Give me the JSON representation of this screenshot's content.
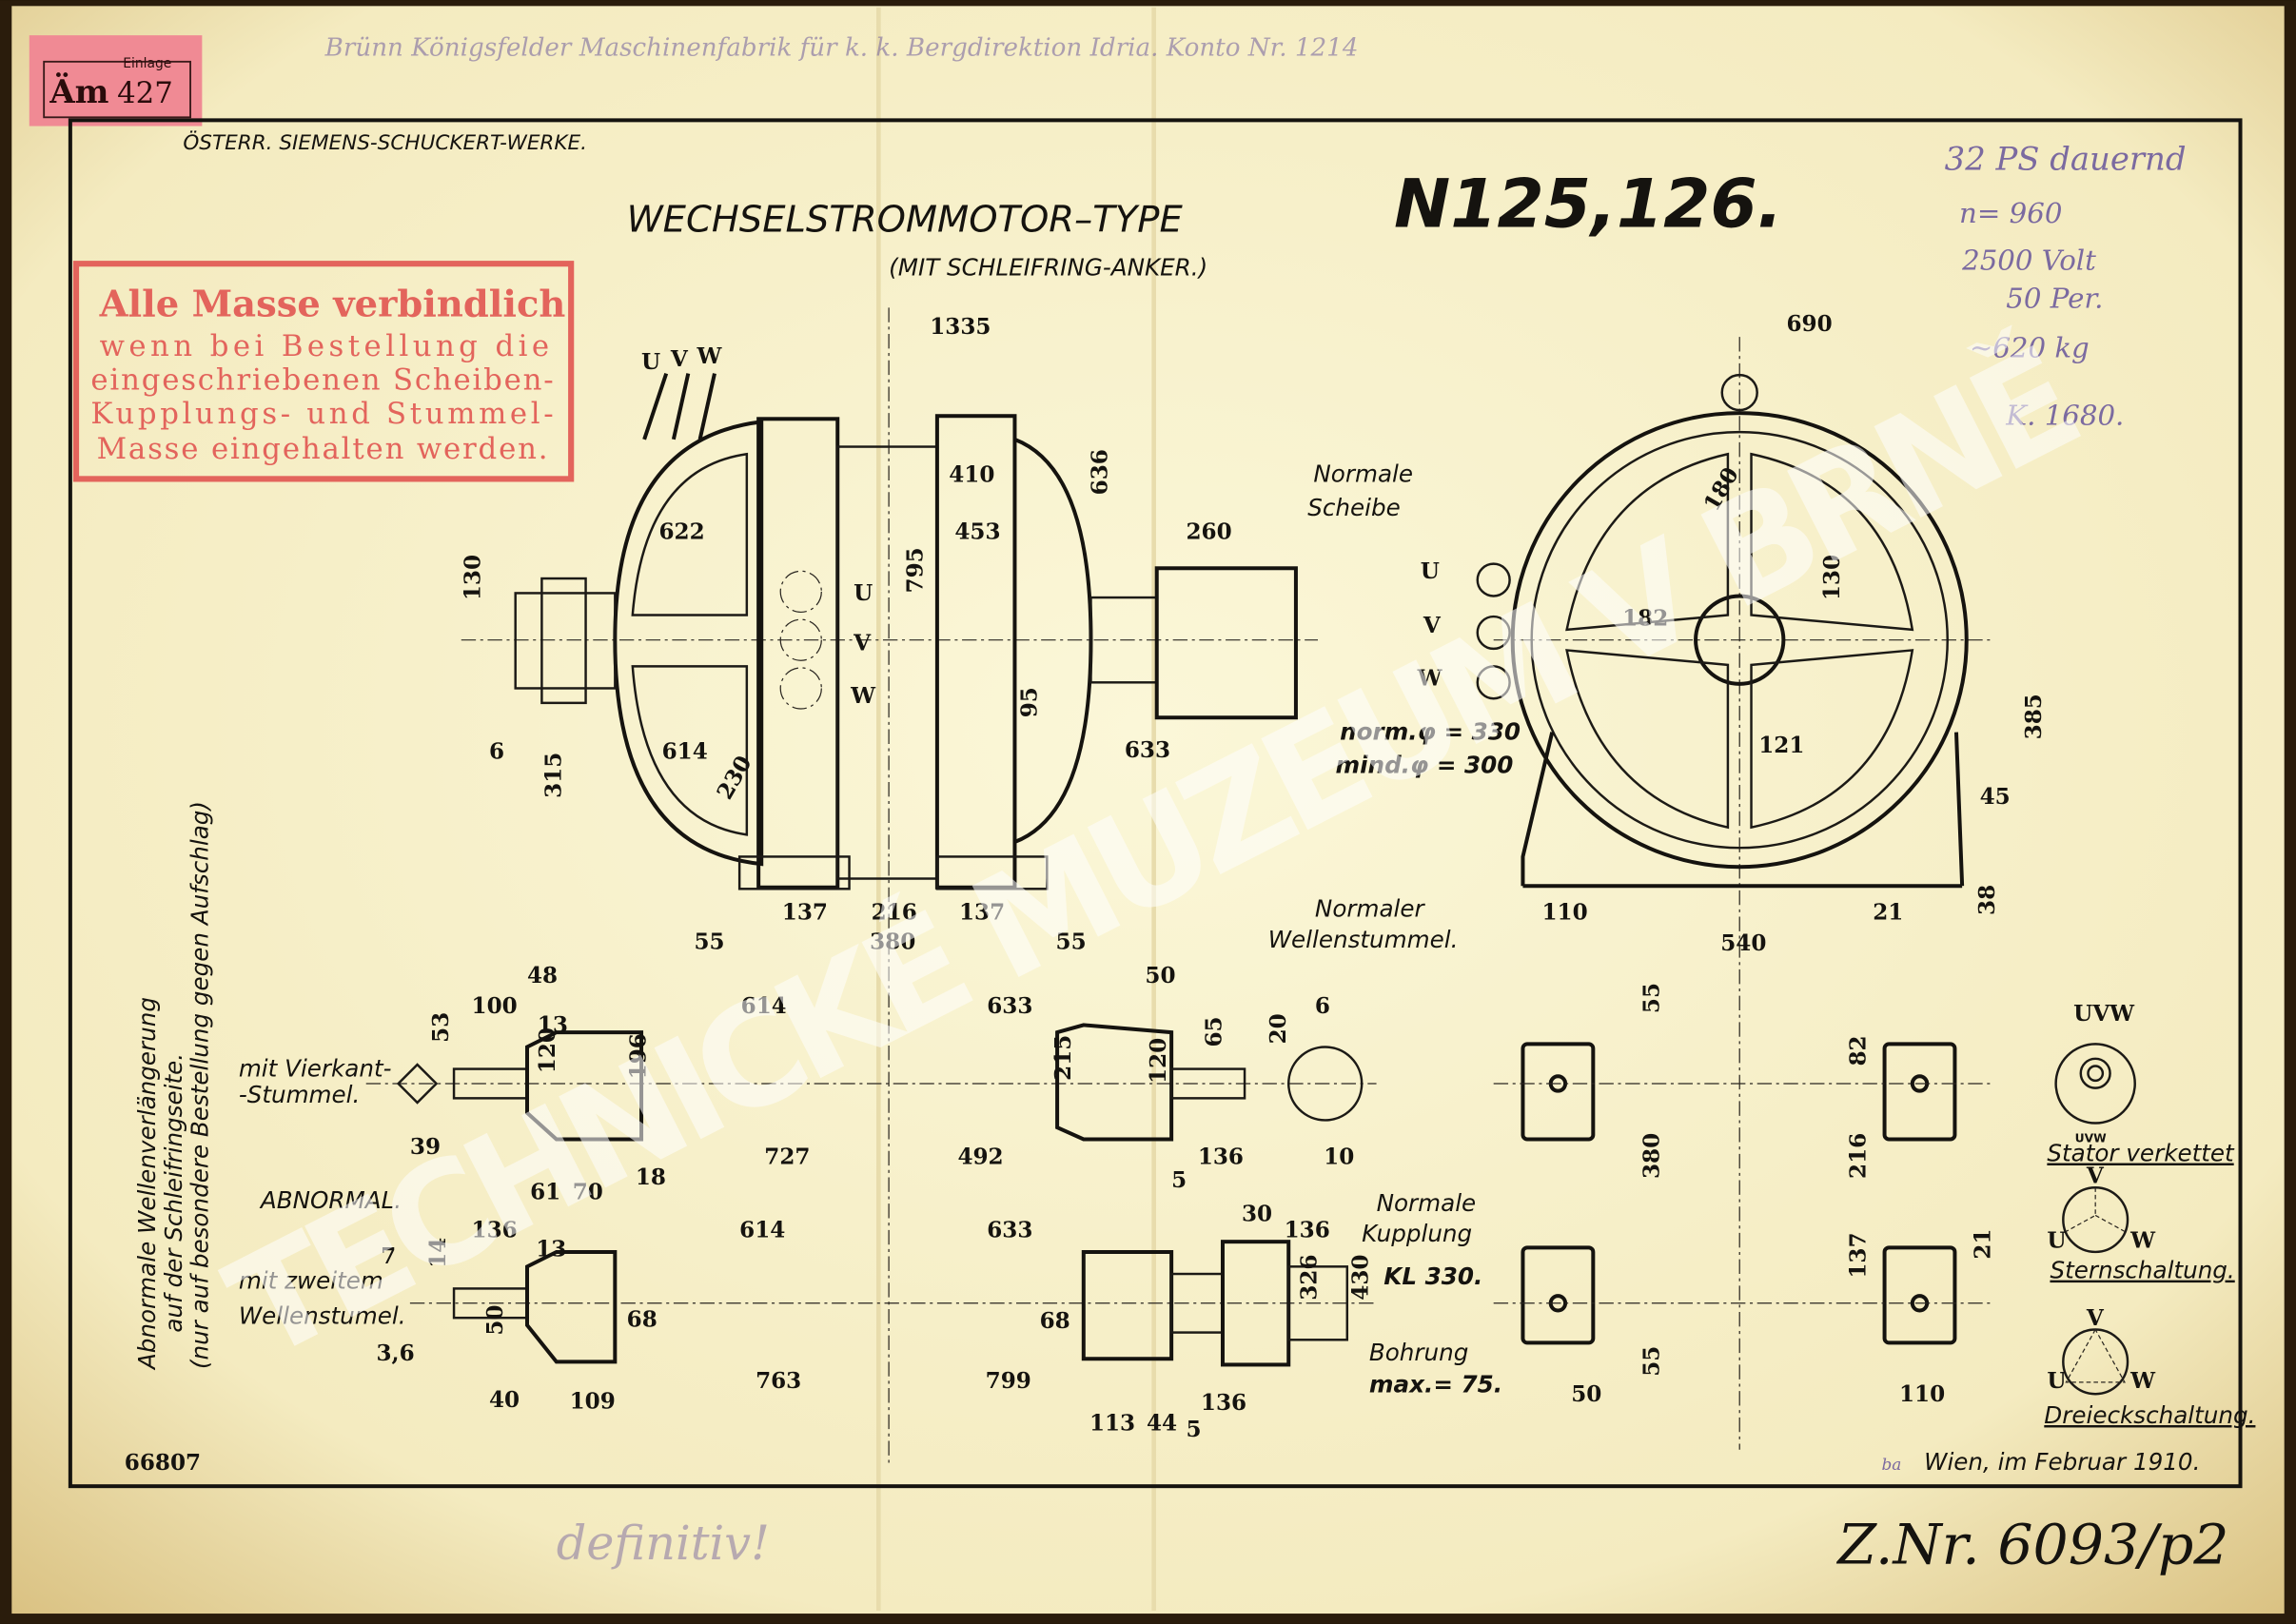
{
  "label_tag": {
    "prefix": "Äm",
    "caption": "Einlage",
    "number": "427",
    "color": "#f08a94"
  },
  "header_handwriting": "Brünn Königsfelder Maschinenfabrik für k. k. Bergdirektion Idria. Konto Nr. 1214",
  "company": "ÖSTERR. SIEMENS-SCHUCKERT-WERKE.",
  "title": {
    "prefix": "WECHSELSTROMMOTOR–TYPE",
    "type": "N125,126.",
    "subtitle": "(MIT SCHLEIFRING-ANKER.)"
  },
  "stamp": {
    "color": "#e3645c",
    "lines": [
      "Alle Masse verbindlich",
      "wenn bei Bestellung die",
      "eingeschriebenen Scheiben-",
      "Kupplungs- und Stummel-",
      "Masse eingehalten werden."
    ]
  },
  "notes_handwriting": [
    "32 PS dauernd",
    "n= 960",
    "2500 Volt",
    "50 Per.",
    "~620 kg",
    "K. 1680."
  ],
  "annotations": {
    "normale_scheibe": [
      "Normale",
      "Scheibe"
    ],
    "norm_phi": "norm.φ = 330",
    "mind_phi": "mind.φ = 300",
    "normaler_wellenstummel": [
      "Normaler",
      "Wellenstummel."
    ],
    "mit_vierkant": [
      "mit Vierkant-",
      "-Stummel."
    ],
    "abnormal": "ABNORMAL.",
    "mit_zweitem": [
      "mit zweitem",
      "Wellenstumel."
    ],
    "kupplung": [
      "Normale",
      "Kupplung",
      "KL 330."
    ],
    "bohrung": [
      "Bohrung",
      "max.= 75."
    ],
    "side_note": [
      "Abnormale Wellenverlängerung",
      "auf der Schleifringseite.",
      "(nur auf besondere Bestellung gegen Aufschlag)"
    ],
    "terminals": [
      "U",
      "V",
      "W"
    ]
  },
  "dims": [
    "1335",
    "690",
    "410",
    "636",
    "622",
    "453",
    "260",
    "795",
    "130",
    "182",
    "180",
    "130",
    "95",
    "614",
    "633",
    "6",
    "230",
    "315",
    "121",
    "385",
    "45",
    "137",
    "216",
    "137",
    "55",
    "380",
    "55",
    "110",
    "540",
    "21",
    "38",
    "48",
    "100",
    "13",
    "614",
    "633",
    "50",
    "6",
    "53",
    "120",
    "196",
    "215",
    "120",
    "65",
    "20",
    "39",
    "727",
    "492",
    "136",
    "10",
    "61",
    "70",
    "18",
    "5",
    "136",
    "13",
    "614",
    "633",
    "30",
    "136",
    "7",
    "14",
    "50",
    "68",
    "68",
    "326",
    "430",
    "3,6",
    "40",
    "109",
    "763",
    "799",
    "136",
    "113",
    "44",
    "5",
    "55",
    "82",
    "380",
    "216",
    "137",
    "21",
    "55",
    "50",
    "110"
  ],
  "schematics": {
    "terminal_label": "UVW",
    "stator": "Stator verkettet",
    "stern": "Sternschaltung.",
    "dreieck": "Dreieckschaltung.",
    "u": "U",
    "v": "V",
    "w": "W"
  },
  "drawing_number": "66807",
  "place_date": "Wien, im Februar 1910.",
  "signature_initials": "ba",
  "bottom_handwriting_left": "definitiv!",
  "bottom_handwriting_right": "Z.Nr. 6093/p2",
  "watermark": "TECHNICKÉ MUZEUM V BRNĚ"
}
